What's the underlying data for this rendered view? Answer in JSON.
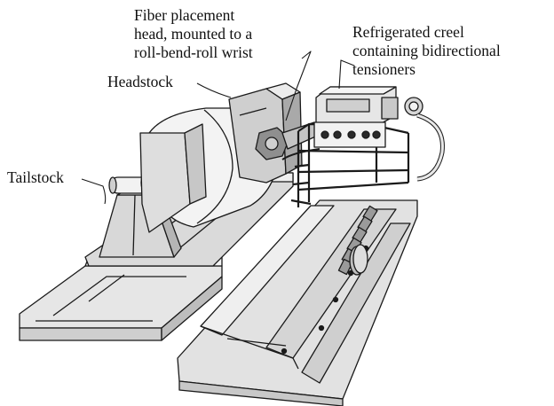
{
  "labels": {
    "fiber_head": [
      "Fiber placement",
      "head, mounted to a",
      "roll-bend-roll wrist"
    ],
    "creel": [
      "Refrigerated creel",
      "containing bidirectional",
      "tensioners"
    ],
    "headstock": "Headstock",
    "tailstock": "Tailstock"
  },
  "colors": {
    "line": "#1a1a1a",
    "fill_light": "#f2f2f2",
    "fill_mid": "#d9d9d9",
    "fill_dark": "#a9a9a9"
  }
}
